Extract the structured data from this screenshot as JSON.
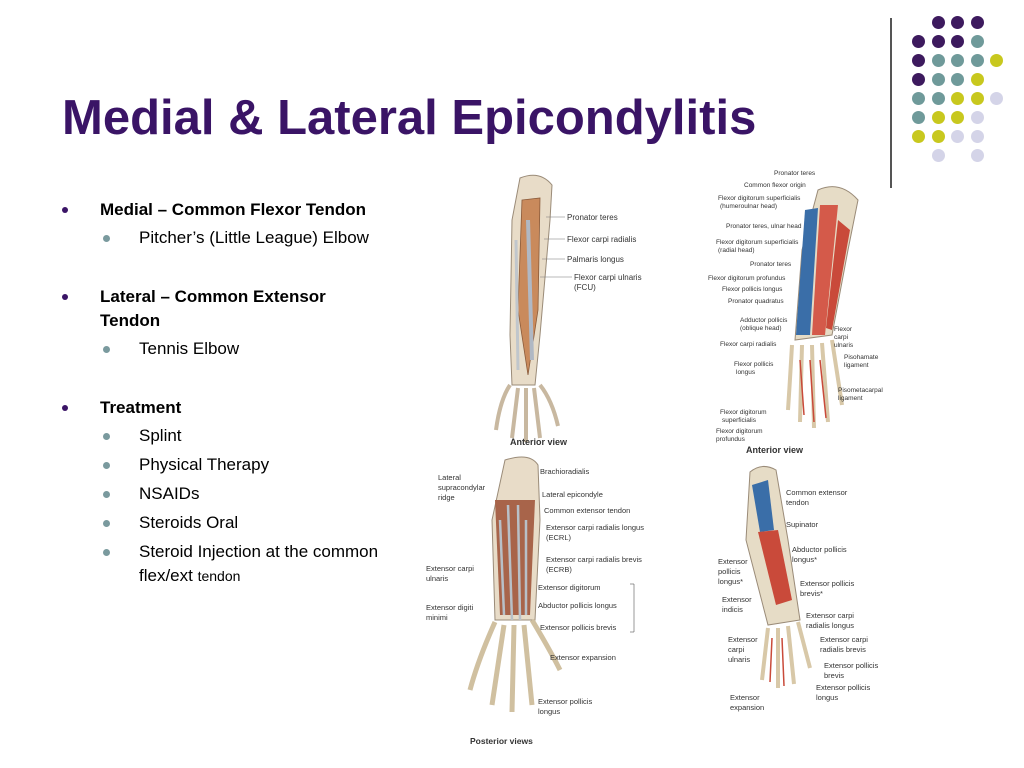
{
  "slide": {
    "title": "Medial & Lateral Epicondylitis",
    "bullets": [
      {
        "text": "Medial – Common Flexor Tendon",
        "sub": [
          {
            "text": "Pitcher’s (Little League) Elbow"
          }
        ]
      },
      {
        "text": "Lateral – Common Extensor Tendon",
        "sub": [
          {
            "text": "Tennis Elbow"
          }
        ]
      },
      {
        "text": "Treatment",
        "sub": [
          {
            "text": "Splint"
          },
          {
            "text": "Physical Therapy"
          },
          {
            "text": "NSAIDs"
          },
          {
            "text": "Steroids Oral"
          },
          {
            "text": "Steroid Injection at the common flex/ext",
            "tail": "tendon"
          }
        ]
      }
    ],
    "colors": {
      "title": "#3a1466",
      "dot_purple": "#3d1a5e",
      "dot_teal": "#6f9a9a",
      "dot_yellow": "#c8c81e",
      "dot_lavender": "#d4d4e8"
    }
  },
  "figure": {
    "anterior1": {
      "labels": [
        "Pronator teres",
        "Flexor carpi radialis",
        "Palmaris longus",
        "Flexor carpi ulnaris",
        "(FCU)"
      ],
      "caption": "Anterior view"
    },
    "anterior2": {
      "labels": [
        "Pronator teres",
        "Common flexor origin",
        "Flexor digitorum superficialis",
        "(humeroulnar head)",
        "Pronator teres, ulnar head",
        "Flexor digitorum superficialis",
        "(radial head)",
        "Pronator teres",
        "Flexor digitorum profundus",
        "Flexor pollicis longus",
        "Pronator quadratus",
        "Adductor pollicis",
        "(oblique head)",
        "Flexor carpi radialis",
        "Flexor pollicis",
        "longus",
        "Flexor digitorum",
        "superficialis",
        "Flexor digitorum",
        "profundus",
        "Flexor",
        "carpi",
        "ulnaris",
        "Pisohamate",
        "ligament",
        "Pisometacarpal",
        "ligament"
      ],
      "caption": "Anterior view"
    },
    "posterior1": {
      "labels": [
        "Lateral",
        "supracondylar",
        "ridge",
        "Brachioradialis",
        "Lateral epicondyle",
        "Common extensor tendon",
        "Extensor carpi radialis longus",
        "(ECRL)",
        "Extensor carpi radialis brevis",
        "(ECRB)",
        "Extensor carpi",
        "ulnaris",
        "Extensor digitorum",
        "Extensor digiti",
        "minimi",
        "Abductor pollicis longus",
        "Extensor pollicis brevis",
        "Extensor expansion",
        "Extensor pollicis",
        "longus"
      ]
    },
    "posterior2": {
      "labels": [
        "Common extensor",
        "tendon",
        "Supinator",
        "Abductor pollicis",
        "longus*",
        "Extensor",
        "pollicis",
        "longus*",
        "Extensor pollicis",
        "brevis*",
        "Extensor",
        "indicis",
        "Extensor carpi",
        "radialis longus",
        "Extensor",
        "carpi",
        "ulnaris",
        "Extensor carpi",
        "radialis brevis",
        "Extensor pollicis",
        "brevis",
        "Extensor pollicis",
        "longus",
        "Extensor",
        "expansion"
      ]
    },
    "caption_posterior": "Posterior views"
  }
}
